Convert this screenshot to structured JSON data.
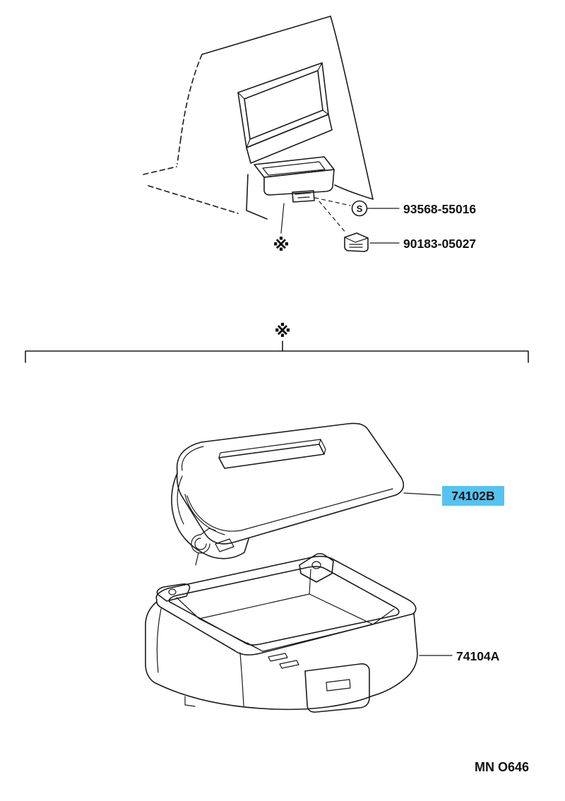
{
  "diagram": {
    "ref_mark": "※",
    "screw_symbol": "S",
    "callouts": {
      "screw": "93568-55016",
      "clip": "90183-05027",
      "lid": "74102B",
      "box": "74104A"
    },
    "doc_code": "MN O646",
    "highlight_color": "#55c3f0"
  }
}
